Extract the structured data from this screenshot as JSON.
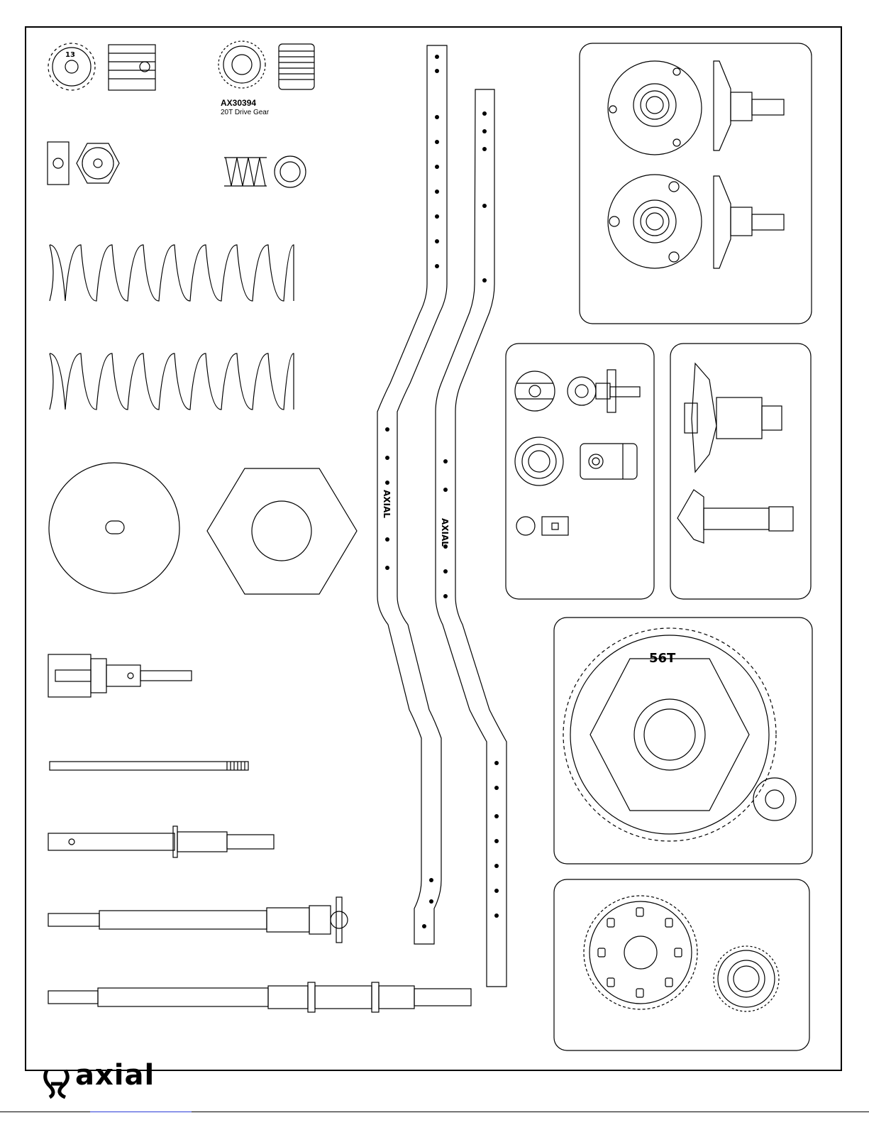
{
  "document": {
    "callout": {
      "part_number": "AX30394",
      "description": "20T Drive Gear"
    },
    "gear_markings": {
      "pinion_13t": "13",
      "spur_56t": "56T"
    },
    "rail_logo_text": "AXIAL",
    "brand": {
      "name": "axial"
    }
  },
  "colors": {
    "line": "#000000",
    "background": "#ffffff",
    "link_underline": "#2a3bd6"
  }
}
